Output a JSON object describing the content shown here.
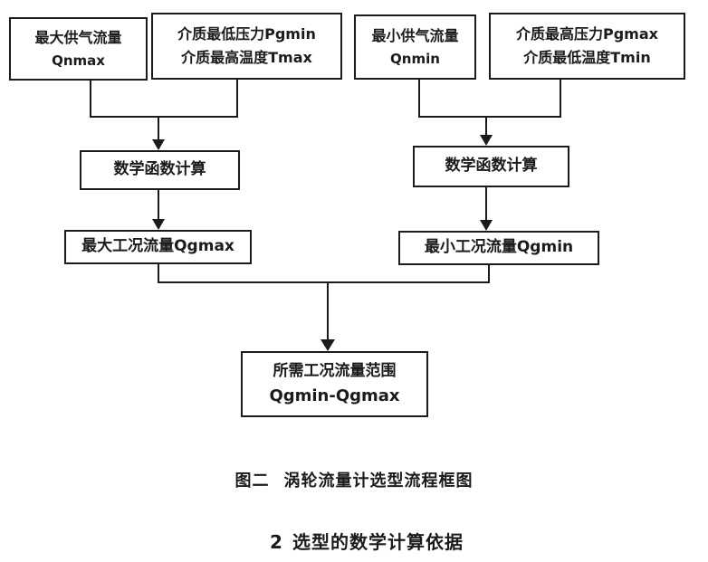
{
  "colors": {
    "ink": "#1b1b1b",
    "background": "#ffffff"
  },
  "flowchart": {
    "boxes": {
      "qnmax": {
        "line1": "最大供气流量",
        "line2": "Qnmax"
      },
      "pgmin_tmax": {
        "line1": "介质最低压力Pgmin",
        "line2": "介质最高温度Tmax"
      },
      "qnmin": {
        "line1": "最小供气流量",
        "line2": "Qnmin"
      },
      "pgmax_tmin": {
        "line1": "介质最高压力Pgmax",
        "line2": "介质最低温度Tmin"
      },
      "calc_left": {
        "label": "数学函数计算"
      },
      "calc_right": {
        "label": "数学函数计算"
      },
      "qgmax": {
        "label": "最大工况流量Qgmax"
      },
      "qgmin": {
        "label": "最小工况流量Qgmin"
      },
      "range": {
        "line1": "所需工况流量范围",
        "line2": "Qgmin-Qgmax"
      }
    }
  },
  "caption": {
    "figure_label": "图二",
    "text": "涡轮流量计选型流程框图"
  },
  "section_heading": {
    "number": "2",
    "text": "选型的数学计算依据"
  }
}
